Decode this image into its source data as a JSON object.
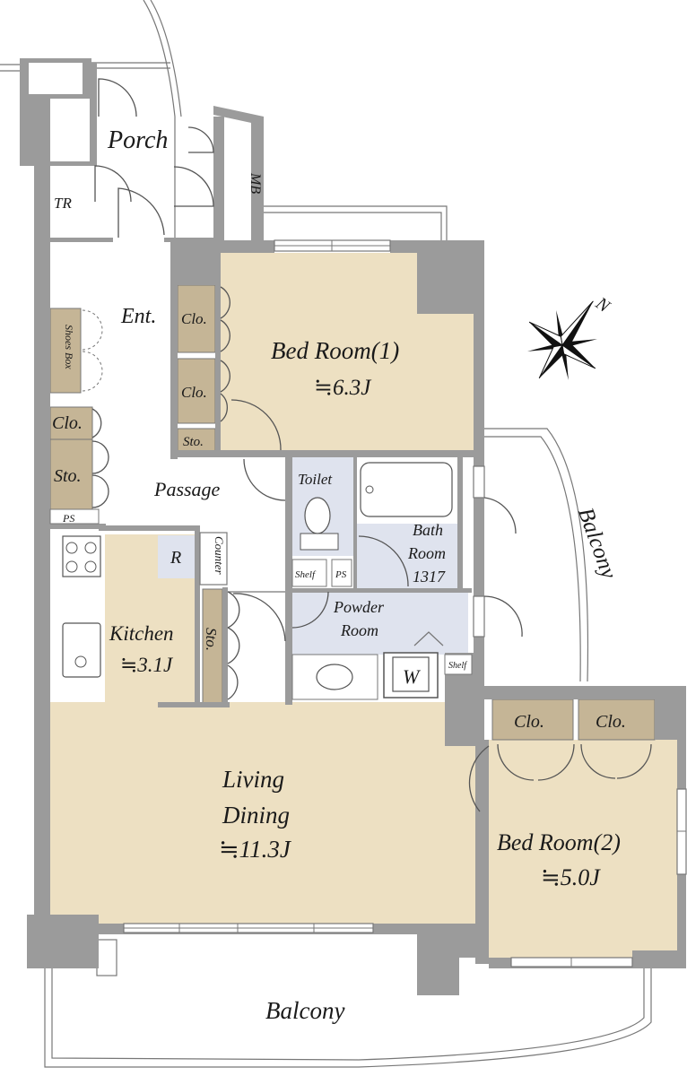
{
  "rooms": {
    "porch": "Porch",
    "mb": "MB",
    "tr": "TR",
    "ent": "Ent.",
    "shoes_box": "Shoes Box",
    "clo_ent": "Clo.",
    "sto_ent": "Sto.",
    "ps_ent": "PS",
    "passage": "Passage",
    "clo_b1_a": "Clo.",
    "clo_b1_b": "Clo.",
    "sto_b1": "Sto.",
    "bedroom1": "Bed Room(1)",
    "bedroom1_size": "≒6.3J",
    "toilet": "Toilet",
    "shelf_toilet": "Shelf",
    "ps_toilet": "PS",
    "bath_line1": "Bath",
    "bath_line2": "Room",
    "bath_line3": "1317",
    "powder_line1": "Powder",
    "powder_line2": "Room",
    "w": "W",
    "shelf_powder": "Shelf",
    "r": "R",
    "counter": "Counter",
    "kitchen": "Kitchen",
    "kitchen_size": "≒3.1J",
    "sto_kitchen": "Sto.",
    "living_line1": "Living",
    "living_line2": "Dining",
    "living_size": "≒11.3J",
    "clo_b2_a": "Clo.",
    "clo_b2_b": "Clo.",
    "bedroom2": "Bed Room(2)",
    "bedroom2_size": "≒5.0J",
    "balcony_right": "Balcony",
    "balcony_bottom": "Balcony"
  },
  "compass": {
    "label": "N"
  },
  "colors": {
    "room_fill": "#ede0c2",
    "storage_fill": "#c5b596",
    "wet_fill": "#dfe3ee",
    "wall": "#9b9b9b"
  }
}
